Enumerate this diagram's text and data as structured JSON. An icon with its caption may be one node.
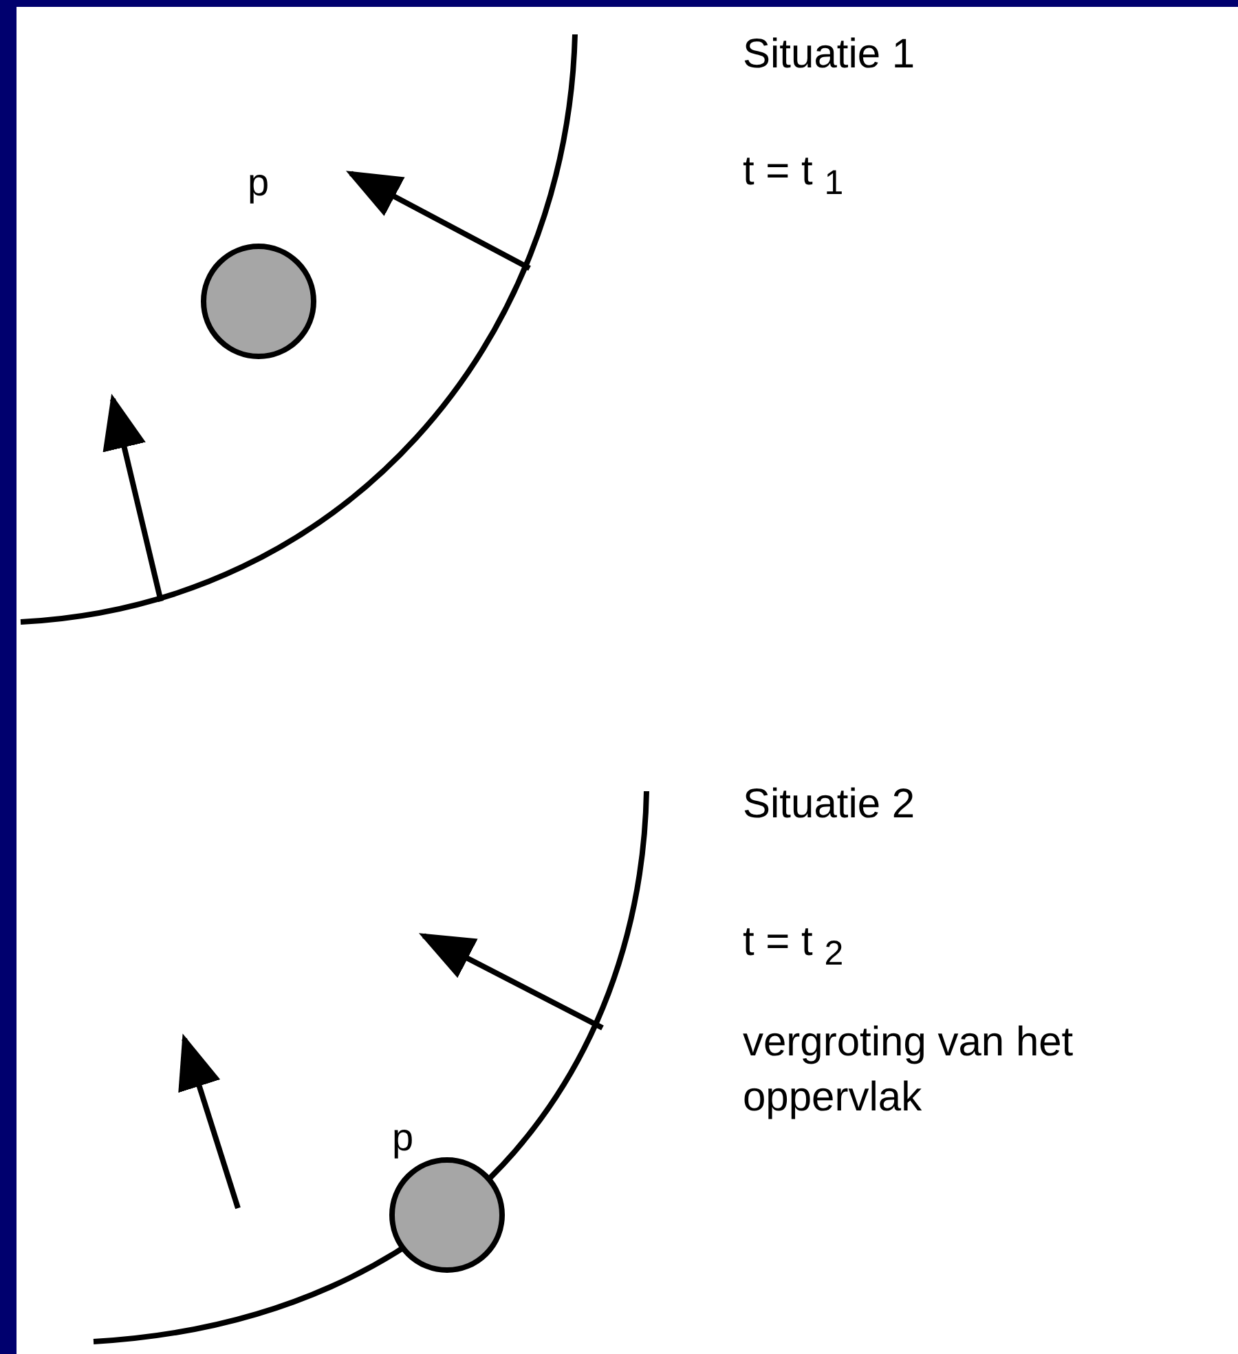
{
  "diagram": {
    "nodes": [
      {
        "text": [
          "p"
        ]
      },
      {
        "text": [
          "p"
        ]
      }
    ],
    "labels": [
      "Situatie 1",
      "t = t $_{1}$",
      "Situatie 2",
      "t = t $_{2}$",
      "vergroting van het oppervlak"
    ]
  }
}
